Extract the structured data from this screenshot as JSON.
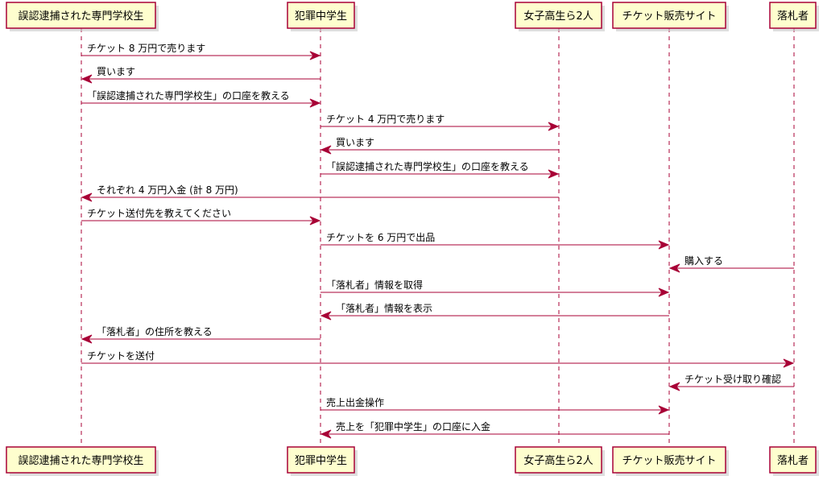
{
  "diagram": {
    "type": "sequence",
    "participants": [
      {
        "id": "p0",
        "name": "誤認逮捕された専門学校生"
      },
      {
        "id": "p1",
        "name": "犯罪中学生"
      },
      {
        "id": "p2",
        "name": "女子高生ら2人"
      },
      {
        "id": "p3",
        "name": "チケット販売サイト"
      },
      {
        "id": "p4",
        "name": "落札者"
      }
    ],
    "messages": [
      {
        "from": "p0",
        "to": "p1",
        "label": "チケット 8 万円で売ります"
      },
      {
        "from": "p1",
        "to": "p0",
        "label": "買います"
      },
      {
        "from": "p0",
        "to": "p1",
        "label": "「誤認逮捕された専門学校生」の口座を教える"
      },
      {
        "from": "p1",
        "to": "p2",
        "label": "チケット 4 万円で売ります"
      },
      {
        "from": "p2",
        "to": "p1",
        "label": "買います"
      },
      {
        "from": "p1",
        "to": "p2",
        "label": "「誤認逮捕された専門学校生」の口座を教える"
      },
      {
        "from": "p2",
        "to": "p0",
        "label": "それぞれ 4 万円入金 (計 8 万円)"
      },
      {
        "from": "p0",
        "to": "p1",
        "label": "チケット送付先を教えてください"
      },
      {
        "from": "p1",
        "to": "p3",
        "label": "チケットを 6 万円で出品"
      },
      {
        "from": "p4",
        "to": "p3",
        "label": "購入する"
      },
      {
        "from": "p1",
        "to": "p3",
        "label": "「落札者」情報を取得"
      },
      {
        "from": "p3",
        "to": "p1",
        "label": "「落札者」情報を表示"
      },
      {
        "from": "p1",
        "to": "p0",
        "label": "「落札者」の住所を教える"
      },
      {
        "from": "p0",
        "to": "p4",
        "label": "チケットを送付"
      },
      {
        "from": "p4",
        "to": "p3",
        "label": "チケット受け取り確認"
      },
      {
        "from": "p1",
        "to": "p3",
        "label": "売上出金操作"
      },
      {
        "from": "p3",
        "to": "p1",
        "label": "売上を「犯罪中学生」の口座に入金"
      }
    ]
  },
  "colors": {
    "line": "#A80036",
    "box_fill": "#FEFECE"
  }
}
